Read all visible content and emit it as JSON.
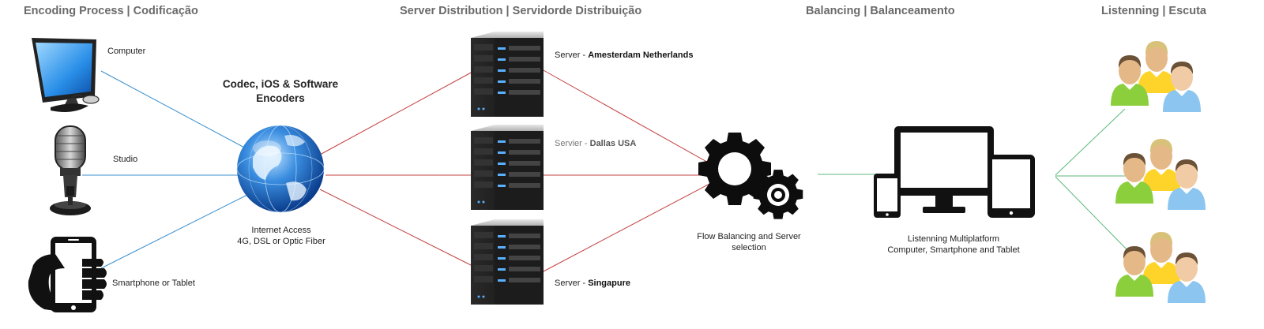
{
  "headers": {
    "encoding": "Encoding Process | Codificação",
    "distribution": "Server Distribution | Servidorde Distribuição",
    "balancing": "Balancing | Balanceamento",
    "listening": "Listenning | Escuta"
  },
  "sources": {
    "computer": "Computer",
    "studio": "Studio",
    "smartphone": "Smartphone or Tablet"
  },
  "encoders": {
    "title_line1": "Codec, iOS & Software",
    "title_line2": "Encoders"
  },
  "internet": {
    "line1": "Internet Access",
    "line2": "4G, DSL or Optic Fiber"
  },
  "servers": [
    {
      "prefix": "Server - ",
      "location": "Amesterdam Netherlands"
    },
    {
      "prefix": "Servier - ",
      "location": "Dallas USA"
    },
    {
      "prefix": "Server - ",
      "location": "Singapure"
    }
  ],
  "balancing": {
    "line1": "Flow Balancing and Server",
    "line2": "selection"
  },
  "multiplatform": {
    "line1": "Listenning Multiplatform",
    "line2": "Computer, Smartphone and Tablet"
  },
  "colors": {
    "blue_link": "#3a8fcc",
    "red_link": "#c44040",
    "green_link": "#5cb87a"
  }
}
